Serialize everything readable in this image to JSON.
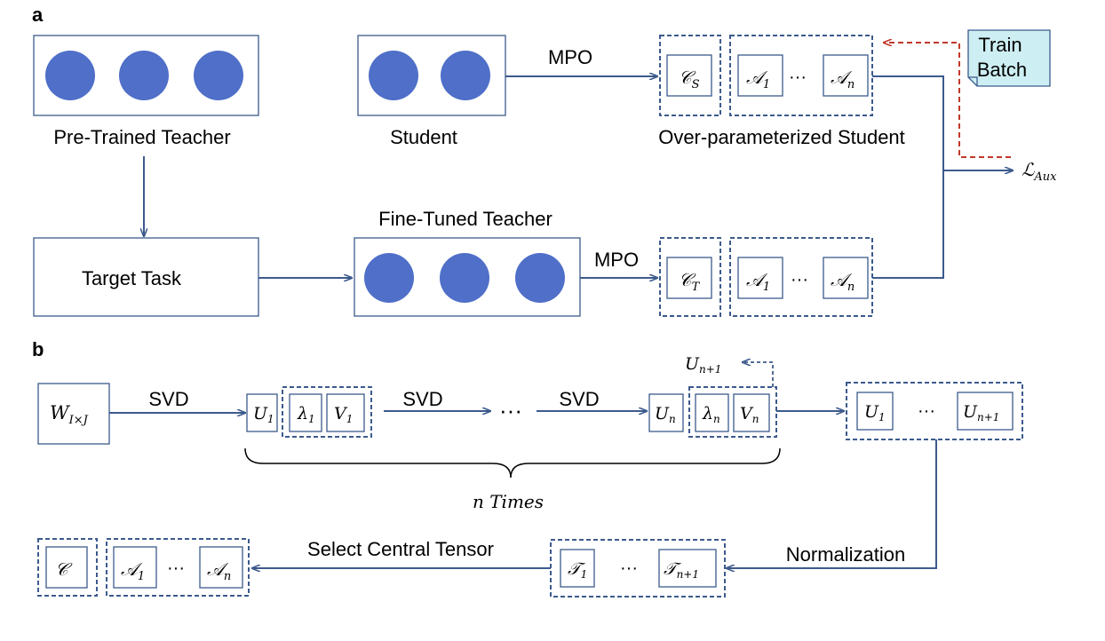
{
  "panel_a": {
    "label": "a",
    "pretrained_teacher": "Pre-Trained Teacher",
    "student": "Student",
    "over_param_student": "Over-parameterized Student",
    "fine_tuned_teacher": "Fine-Tuned Teacher",
    "target_task": "Target Task",
    "mpo_top": "MPO",
    "mpo_bottom": "MPO",
    "train_batch_line1": "Train",
    "train_batch_line2": "Batch",
    "loss": "ℒ",
    "loss_sub": "Aux",
    "cs": "𝒞",
    "cs_sub": "S",
    "ct": "𝒞",
    "ct_sub": "T",
    "a1": "𝒜",
    "a1_sub": "1",
    "an": "𝒜",
    "an_sub": "n",
    "dots": "···"
  },
  "panel_b": {
    "label": "b",
    "w": "W",
    "w_sub": "I×J",
    "svd1": "SVD",
    "svd2": "SVD",
    "svd3": "SVD",
    "u1": "U",
    "u1_sub": "1",
    "lambda1": "λ",
    "lambda1_sub": "1",
    "v1": "V",
    "v1_sub": "1",
    "ellipsis": "···",
    "un": "U",
    "un_sub": "n",
    "lambdan": "λ",
    "lambdan_sub": "n",
    "vn": "V",
    "vn_sub": "n",
    "un1": "U",
    "un1_sub": "n+1",
    "result_u1": "U",
    "result_u1_sub": "1",
    "result_dots": "···",
    "result_un1": "U",
    "result_un1_sub": "n+1",
    "n_times": "n Times",
    "normalization": "Normalization",
    "select_central": "Select Central Tensor",
    "t1": "𝒯",
    "t1_sub": "1",
    "tn1": "𝒯",
    "tn1_sub": "n+1",
    "c": "𝒞",
    "a1": "𝒜",
    "a1_sub": "1",
    "an": "𝒜",
    "an_sub": "n",
    "dots": "···"
  },
  "colors": {
    "circle": "#4f6fc8",
    "line": "#3c5a8c",
    "dashed_arrow": "#c0392b",
    "train_batch_bg": "#cdeef2"
  }
}
